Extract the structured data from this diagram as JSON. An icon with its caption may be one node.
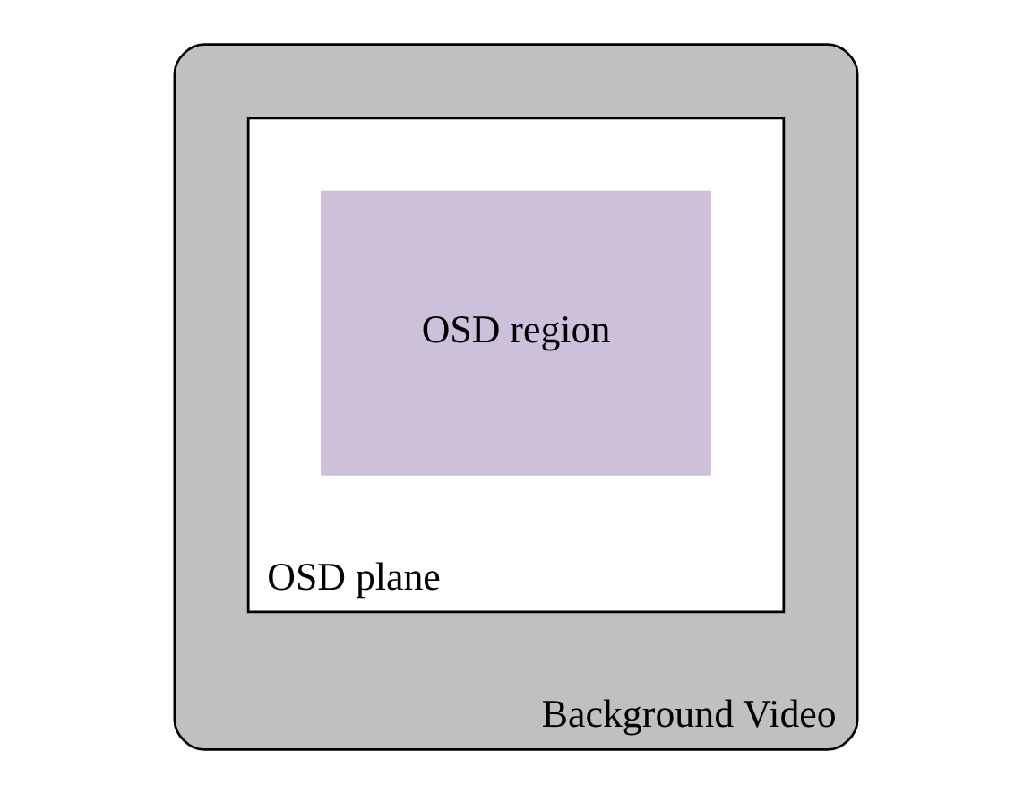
{
  "diagram": {
    "nodes": [
      {
        "text": [
          "Background Video"
        ]
      },
      {
        "text": [
          "OSD plane"
        ],
        "in": 0
      },
      {
        "text": [
          "OSD region"
        ],
        "in": 1
      }
    ]
  }
}
